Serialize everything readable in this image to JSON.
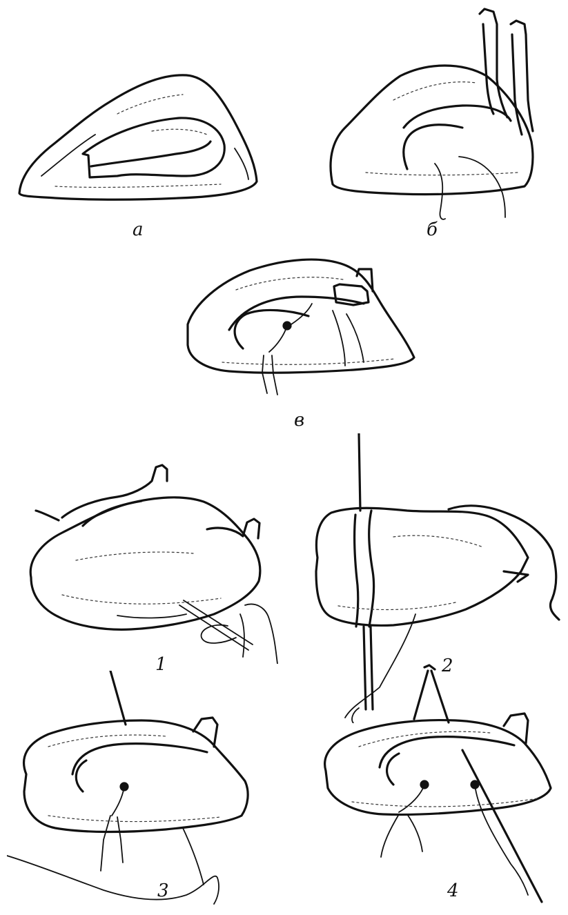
{
  "figures": [
    {
      "id": "a",
      "label": "а"
    },
    {
      "id": "b",
      "label": "б"
    },
    {
      "id": "v",
      "label": "в"
    },
    {
      "id": "s1",
      "label": "1"
    },
    {
      "id": "s2",
      "label": "2"
    },
    {
      "id": "s3",
      "label": "3"
    },
    {
      "id": "s4",
      "label": "4"
    }
  ]
}
